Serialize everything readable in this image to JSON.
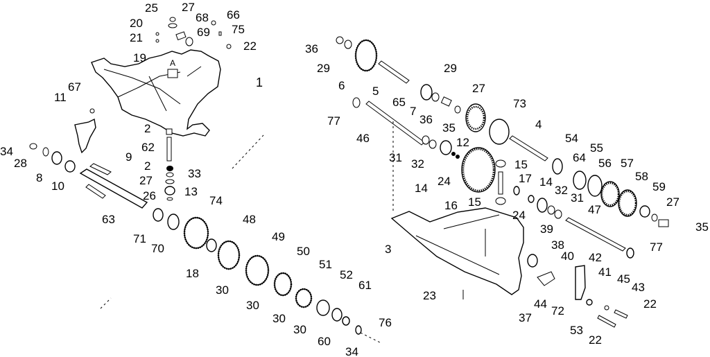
{
  "diagram": {
    "type": "exploded-parts-view",
    "callouts": {
      "p25": "25",
      "p27a": "27",
      "p20": "20",
      "p68": "68",
      "p66": "66",
      "p21": "21",
      "p69": "69",
      "p75": "75",
      "p22a": "22",
      "p19": "19",
      "p1": "1",
      "p67": "67",
      "p11": "11",
      "p2a": "2",
      "p62": "62",
      "p2b": "2",
      "p34a": "34",
      "p28": "28",
      "p8": "8",
      "p10": "10",
      "p9": "9",
      "p33": "33",
      "p27b": "27",
      "p13": "13",
      "p26": "26",
      "p74": "74",
      "p63": "63",
      "p71": "71",
      "p70": "70",
      "p48": "48",
      "p18": "18",
      "p49": "49",
      "p30a": "30",
      "p50": "50",
      "p30b": "30",
      "p51": "51",
      "p30c": "30",
      "p52": "52",
      "p30d": "30",
      "p61": "61",
      "p60": "60",
      "p76": "76",
      "p34b": "34",
      "p36a": "36",
      "p29a": "29",
      "p6": "6",
      "p5": "5",
      "p29b": "29",
      "p65": "65",
      "p7": "7",
      "p27c": "27",
      "p36b": "36",
      "p35a": "35",
      "p73": "73",
      "p77a": "77",
      "p46": "46",
      "p4": "4",
      "p12": "12",
      "p31a": "31",
      "p32a": "32",
      "p54": "54",
      "p55": "55",
      "p64": "64",
      "p56": "56",
      "p57": "57",
      "p14a": "14",
      "p24a": "24",
      "p15a": "15",
      "p17": "17",
      "p14b": "14",
      "p32b": "32",
      "p31b": "31",
      "p58": "58",
      "p59": "59",
      "p16": "16",
      "p15b": "15",
      "p24b": "24",
      "p47": "47",
      "p27d": "27",
      "p35b": "35",
      "p3": "3",
      "p39": "39",
      "p38": "38",
      "p40": "40",
      "p42": "42",
      "p77b": "77",
      "p41": "41",
      "p45": "45",
      "p43": "43",
      "p23": "23",
      "p44": "44",
      "p72": "72",
      "p22b": "22",
      "p37": "37",
      "p53": "53",
      "p22c": "22"
    },
    "housing_mark": "A"
  }
}
